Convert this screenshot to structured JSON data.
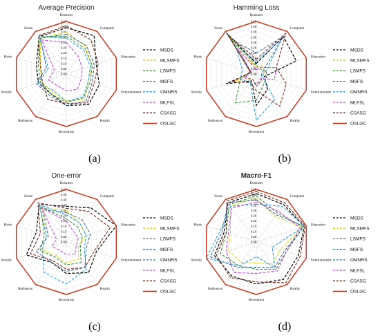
{
  "figure": {
    "legend": [
      "MSDS",
      "MLSMFS",
      "LSMFS",
      "MSFS",
      "OMNRS",
      "MLFSL",
      "CSASG",
      "OSLGC"
    ],
    "series_colors": {
      "MSDS": "#000000",
      "MLSMFS": "#e6d200",
      "LSMFS": "#2e8b2e",
      "MSFS": "#2f5d8a",
      "OMNRS": "#1e9be0",
      "MLFSL": "#c03cd0",
      "CSASG": "#7a2a1a",
      "OSLGC": "#c8391e"
    }
  },
  "chart_data": [
    {
      "type": "radar",
      "panel_label": "(a)",
      "title": "Average Precision",
      "axes": [
        "Business",
        "Computer",
        "Education",
        "Entertainment",
        "Health",
        "Recreation",
        "Reference",
        "Society",
        "Birds",
        "Scene"
      ],
      "ticks": [
        "0.50",
        "0.45",
        "0.40",
        "0.35",
        "0.30",
        "0.25",
        "0.20",
        "0.15",
        "0.10",
        "0.05",
        "0.00"
      ],
      "rlim": [
        0,
        0.5
      ],
      "series": [
        {
          "name": "MSDS",
          "values": [
            0.44,
            0.45,
            0.3,
            0.33,
            0.36,
            0.3,
            0.24,
            0.28,
            0.3,
            0.44
          ]
        },
        {
          "name": "MLSMFS",
          "values": [
            0.4,
            0.32,
            0.25,
            0.22,
            0.3,
            0.26,
            0.22,
            0.25,
            0.26,
            0.42
          ]
        },
        {
          "name": "LSMFS",
          "values": [
            0.36,
            0.3,
            0.26,
            0.24,
            0.28,
            0.27,
            0.24,
            0.26,
            0.28,
            0.44
          ]
        },
        {
          "name": "MSFS",
          "values": [
            0.38,
            0.33,
            0.28,
            0.26,
            0.32,
            0.3,
            0.26,
            0.3,
            0.2,
            0.42
          ]
        },
        {
          "name": "OMNRS",
          "values": [
            0.34,
            0.28,
            0.24,
            0.22,
            0.27,
            0.26,
            0.2,
            0.28,
            0.18,
            0.44
          ]
        },
        {
          "name": "MLFSL",
          "values": [
            0.3,
            0.2,
            0.16,
            0.15,
            0.18,
            0.16,
            0.14,
            0.18,
            0.12,
            0.4
          ]
        },
        {
          "name": "CSASG",
          "values": [
            0.46,
            0.4,
            0.32,
            0.28,
            0.34,
            0.28,
            0.3,
            0.24,
            0.26,
            0.45
          ]
        },
        {
          "name": "OSLGC",
          "values": [
            0.5,
            0.5,
            0.5,
            0.5,
            0.5,
            0.5,
            0.5,
            0.5,
            0.5,
            0.5
          ]
        }
      ]
    },
    {
      "type": "radar",
      "panel_label": "(b)",
      "title": "Hamming Loss",
      "axes": [
        "Business",
        "Computer",
        "Education",
        "Entertainment",
        "Health",
        "Recreation",
        "Reference",
        "Society",
        "Birds",
        "Scene"
      ],
      "ticks": [
        "0.50",
        "0.45",
        "0.40",
        "0.35",
        "0.30",
        "0.25",
        "0.20",
        "0.15",
        "0.10",
        "0.05",
        "0.00"
      ],
      "rlim": [
        0,
        0.5
      ],
      "series": [
        {
          "name": "MSDS",
          "values": [
            0.1,
            0.44,
            0.4,
            0.08,
            0.18,
            0.3,
            0.08,
            0.3,
            0.05,
            0.48
          ]
        },
        {
          "name": "MLSMFS",
          "values": [
            0.06,
            0.1,
            0.08,
            0.06,
            0.08,
            0.1,
            0.06,
            0.2,
            0.05,
            0.44
          ]
        },
        {
          "name": "LSMFS",
          "values": [
            0.08,
            0.06,
            0.1,
            0.1,
            0.12,
            0.25,
            0.34,
            0.16,
            0.06,
            0.46
          ]
        },
        {
          "name": "MSFS",
          "values": [
            0.2,
            0.44,
            0.06,
            0.05,
            0.08,
            0.12,
            0.06,
            0.12,
            0.06,
            0.4
          ]
        },
        {
          "name": "OMNRS",
          "values": [
            0.12,
            0.4,
            0.1,
            0.06,
            0.3,
            0.44,
            0.1,
            0.16,
            0.14,
            0.34
          ]
        },
        {
          "name": "MLFSL",
          "values": [
            0.04,
            0.08,
            0.2,
            0.18,
            0.06,
            0.1,
            0.06,
            0.12,
            0.05,
            0.3
          ]
        },
        {
          "name": "CSASG",
          "values": [
            0.14,
            0.48,
            0.2,
            0.3,
            0.38,
            0.16,
            0.1,
            0.24,
            0.06,
            0.46
          ]
        },
        {
          "name": "OSLGC",
          "values": [
            0.5,
            0.5,
            0.5,
            0.5,
            0.5,
            0.5,
            0.5,
            0.5,
            0.5,
            0.5
          ]
        }
      ]
    },
    {
      "type": "radar",
      "panel_label": "(c)",
      "title": "One-error",
      "axes": [
        "Business",
        "Computer",
        "Education",
        "Entertainment",
        "Health",
        "Recreation",
        "Reference",
        "Society",
        "Birds",
        "Scene"
      ],
      "ticks": [
        "0.50",
        "0.45",
        "0.40",
        "0.35",
        "0.30",
        "0.25",
        "0.20",
        "0.15",
        "0.10",
        "0.05",
        "0.00"
      ],
      "rlim": [
        0,
        0.5
      ],
      "series": [
        {
          "name": "MSDS",
          "values": [
            0.34,
            0.4,
            0.5,
            0.3,
            0.36,
            0.3,
            0.24,
            0.4,
            0.3,
            0.44
          ]
        },
        {
          "name": "MLSMFS",
          "values": [
            0.3,
            0.22,
            0.2,
            0.12,
            0.2,
            0.2,
            0.16,
            0.24,
            0.2,
            0.4
          ]
        },
        {
          "name": "LSMFS",
          "values": [
            0.22,
            0.18,
            0.16,
            0.14,
            0.24,
            0.22,
            0.18,
            0.26,
            0.22,
            0.42
          ]
        },
        {
          "name": "MSFS",
          "values": [
            0.28,
            0.26,
            0.24,
            0.2,
            0.3,
            0.28,
            0.24,
            0.3,
            0.18,
            0.38
          ]
        },
        {
          "name": "OMNRS",
          "values": [
            0.26,
            0.22,
            0.2,
            0.18,
            0.32,
            0.4,
            0.36,
            0.24,
            0.2,
            0.44
          ]
        },
        {
          "name": "MLFSL",
          "values": [
            0.2,
            0.12,
            0.12,
            0.1,
            0.14,
            0.12,
            0.1,
            0.14,
            0.1,
            0.4
          ]
        },
        {
          "name": "CSASG",
          "values": [
            0.32,
            0.36,
            0.44,
            0.28,
            0.3,
            0.26,
            0.22,
            0.36,
            0.26,
            0.46
          ]
        },
        {
          "name": "OSLGC",
          "values": [
            0.5,
            0.5,
            0.5,
            0.5,
            0.5,
            0.5,
            0.5,
            0.5,
            0.5,
            0.5
          ]
        }
      ]
    },
    {
      "type": "radar",
      "panel_label": "(d)",
      "title": "Macro-F1",
      "axes": [
        "Business",
        "Computer",
        "Education",
        "Entertainment",
        "Health",
        "Recreation",
        "Reference",
        "Society",
        "Birds",
        "Scene"
      ],
      "ticks": [
        "0.50",
        "0.45",
        "0.40",
        "0.35",
        "0.30",
        "0.25",
        "0.20",
        "0.15",
        "0.10",
        "0.05",
        "0.00"
      ],
      "rlim": [
        0,
        0.5
      ],
      "series": [
        {
          "name": "MSDS",
          "values": [
            0.46,
            0.44,
            0.48,
            0.42,
            0.44,
            0.4,
            0.4,
            0.42,
            0.32,
            0.46
          ]
        },
        {
          "name": "MLSMFS",
          "values": [
            0.42,
            0.3,
            0.46,
            0.24,
            0.26,
            0.2,
            0.24,
            0.28,
            0.26,
            0.42
          ]
        },
        {
          "name": "LSMFS",
          "values": [
            0.44,
            0.34,
            0.47,
            0.3,
            0.32,
            0.26,
            0.28,
            0.36,
            0.3,
            0.44
          ]
        },
        {
          "name": "MSFS",
          "values": [
            0.4,
            0.32,
            0.48,
            0.28,
            0.3,
            0.24,
            0.3,
            0.46,
            0.34,
            0.46
          ]
        },
        {
          "name": "OMNRS",
          "values": [
            0.36,
            0.42,
            0.48,
            0.16,
            0.3,
            0.14,
            0.28,
            0.5,
            0.36,
            0.42
          ]
        },
        {
          "name": "MLFSL",
          "values": [
            0.38,
            0.36,
            0.44,
            0.3,
            0.34,
            0.3,
            0.36,
            0.3,
            0.28,
            0.4
          ]
        },
        {
          "name": "CSASG",
          "values": [
            0.48,
            0.46,
            0.49,
            0.44,
            0.48,
            0.38,
            0.42,
            0.4,
            0.3,
            0.48
          ]
        },
        {
          "name": "OSLGC",
          "values": [
            0.5,
            0.5,
            0.5,
            0.5,
            0.5,
            0.5,
            0.5,
            0.5,
            0.5,
            0.5
          ]
        }
      ]
    }
  ]
}
